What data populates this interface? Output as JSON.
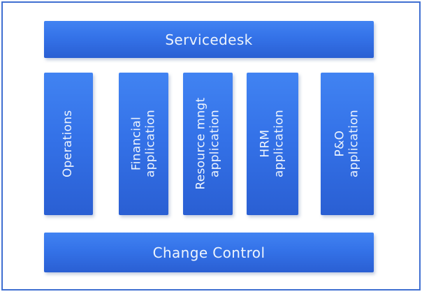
{
  "colors": {
    "background": "#ffffff",
    "frame_border": "#3f6fd1",
    "bar_top": "#4183f2",
    "bar_mid": "#3472e8",
    "bar_bottom": "#2a5fd3",
    "label_text": "#edf4fd"
  },
  "diagram": {
    "top_bar": {
      "label": "Servicedesk"
    },
    "columns": [
      {
        "label": "Operations"
      },
      {
        "label": "Financial\napplication"
      },
      {
        "label": "Resource mngt\napplication"
      },
      {
        "label": "HRM\napplication"
      },
      {
        "label": "P&O\napplication"
      }
    ],
    "bottom_bar": {
      "label": "Change Control"
    }
  }
}
